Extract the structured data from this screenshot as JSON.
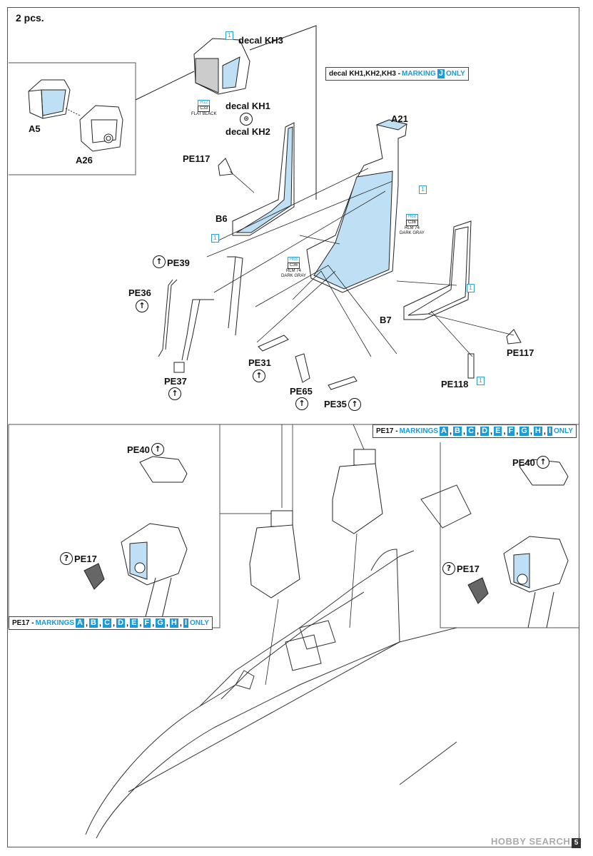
{
  "header": {
    "quantity": "2 pcs."
  },
  "parts": {
    "a5": "A5",
    "a26": "A26",
    "a21": "A21",
    "b6": "B6",
    "b7": "B7",
    "pe117_left": "PE117",
    "pe117_right": "PE117",
    "pe39": "PE39",
    "pe36": "PE36",
    "pe37": "PE37",
    "pe31": "PE31",
    "pe65": "PE65",
    "pe35": "PE35",
    "pe118": "PE118",
    "pe40_left": "PE40",
    "pe40_right": "PE40",
    "pe17_left": "PE17",
    "pe17_right": "PE17"
  },
  "decals": {
    "kh3": "decal KH3",
    "kh1": "decal KH1",
    "kh2": "decal KH2"
  },
  "paint": {
    "flat_black": {
      "code1": "H12",
      "code2": "C33",
      "name": "FLAT BLACK"
    },
    "rlm74_a": {
      "code1": "H68",
      "code2": "C36",
      "name1": "RLM 74",
      "name2": "DARK GRAY"
    },
    "rlm74_b": {
      "code1": "H68",
      "code2": "C36",
      "name1": "RLM 74",
      "name2": "DARK GRAY"
    }
  },
  "step_marker": "1",
  "banners": {
    "kh_marking": {
      "prefix": "decal KH1,KH2,KH3 - ",
      "word": "MARKING",
      "tags": [
        "J"
      ],
      "suffix": "ONLY"
    },
    "pe17_top": {
      "prefix": "PE17 - ",
      "word": "MARKINGS",
      "tags": [
        "A",
        "B",
        "C",
        "D",
        "E",
        "F",
        "G",
        "H",
        "I"
      ],
      "suffix": "ONLY"
    },
    "pe17_left": {
      "prefix": "PE17 - ",
      "word": "MARKINGS",
      "tags": [
        "A",
        "B",
        "C",
        "D",
        "E",
        "F",
        "G",
        "H",
        "I"
      ],
      "suffix": "ONLY"
    }
  },
  "symbols": {
    "bend": "↑",
    "question": "?",
    "kh2_sym": "⊙"
  },
  "footer": {
    "watermark": "HOBBY SEARCH",
    "page_number": "5"
  },
  "colors": {
    "accent_blue": "#1a9ad6",
    "fill_blue": "#bfe0f4",
    "line": "#222222"
  }
}
